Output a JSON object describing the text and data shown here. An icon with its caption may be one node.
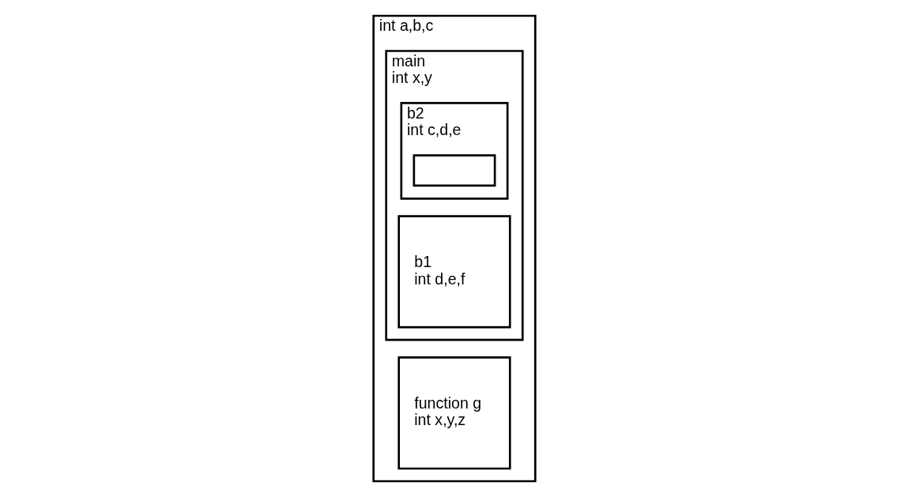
{
  "diagram": {
    "nodes": [
      {
        "text": [
          "int a,b,c"
        ]
      },
      {
        "text": [
          "function g",
          "int x,y,z"
        ],
        "in": 0
      },
      {
        "text": [
          "main",
          "int x,y"
        ],
        "in": 0
      },
      {
        "text": [
          "b1",
          "int d,e,f"
        ],
        "in": 2
      },
      {
        "text": [
          "b2",
          "int c,d,e"
        ],
        "in": 2
      },
      {
        "text": [],
        "shape": "box",
        "in": 4
      }
    ]
  }
}
